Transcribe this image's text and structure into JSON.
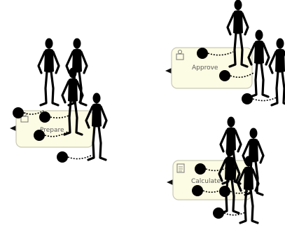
{
  "tasks": [
    {
      "id": "prepare",
      "label": "Prepare",
      "icon": "user-task-icon",
      "incoming_arrow": true
    },
    {
      "id": "approve",
      "label": "Approve",
      "icon": "user-task-icon",
      "incoming_arrow": true
    },
    {
      "id": "calculate",
      "label": "Calculate",
      "icon": "script-task-icon",
      "incoming_arrow": true
    }
  ],
  "figures": [
    {
      "task": "prepare",
      "count": 4,
      "ball_and_chain_count": 4
    },
    {
      "task": "approve",
      "count": 3,
      "ball_and_chain_count": 3
    },
    {
      "task": "calculate",
      "count": 4,
      "ball_and_chain_count": 4
    }
  ],
  "colors": {
    "task_fill": "#fcfbe3",
    "task_stroke": "#c9c9b4",
    "figure": "#000000",
    "label": "#5b5b5b"
  }
}
